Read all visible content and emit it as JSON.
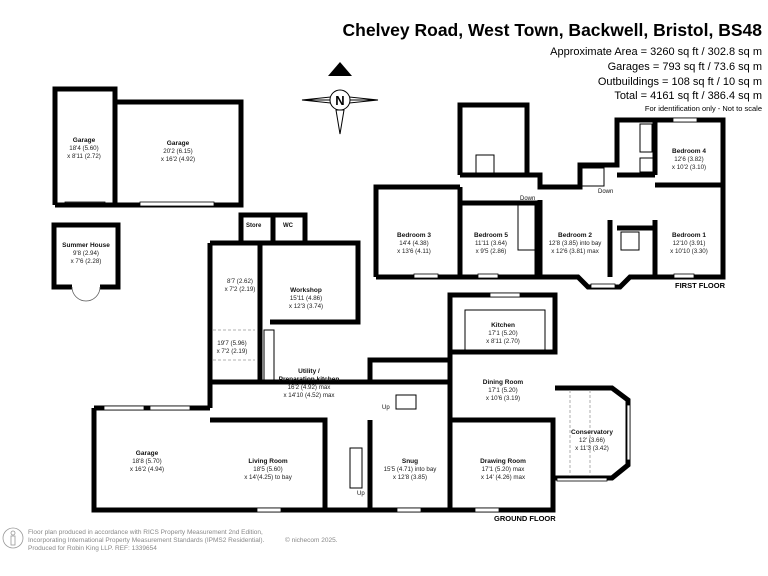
{
  "header": {
    "title": "Chelvey Road, West Town, Backwell, Bristol, BS48",
    "areas": [
      "Approximate Area = 3260 sq ft / 302.8 sq m",
      "Garages = 793 sq ft / 73.6 sq m",
      "Outbuildings = 108 sq ft / 10 sq m",
      "Total = 4161 sq ft / 386.4 sq m"
    ],
    "note": "For identification only - Not to scale"
  },
  "compass": {
    "label": "N",
    "icon": "compass-icon"
  },
  "outbuildings": {
    "garage1": {
      "name": "Garage",
      "d1": "18'4 (5.60)",
      "d2": "x 8'11 (2.72)"
    },
    "garage2": {
      "name": "Garage",
      "d1": "20'2 (6.15)",
      "d2": "x 16'2 (4.92)"
    },
    "summer_house": {
      "name": "Summer House",
      "d1": "9'8 (2.94)",
      "d2": "x 7'6 (2.28)"
    }
  },
  "ground_floor": {
    "label": "GROUND FLOOR",
    "store": "Store",
    "wc": "WC",
    "small_room": {
      "d1": "8'7 (2.62)",
      "d2": "x 7'2 (2.19)"
    },
    "workshop": {
      "name": "Workshop",
      "d1": "15'11 (4.86)",
      "d2": "x 12'3 (3.74)"
    },
    "passage": {
      "d1": "19'7 (5.96)",
      "d2": "x 7'2 (2.19)"
    },
    "utility": {
      "name1": "Utility /",
      "name2": "Preparation kitchen",
      "d1": "16'2 (4.92) max",
      "d2": "x 14'10 (4.52) max"
    },
    "garage": {
      "name": "Garage",
      "d1": "18'8 (5.70)",
      "d2": "x 16'2 (4.94)"
    },
    "living_room": {
      "name": "Living Room",
      "d1": "18'5 (5.60)",
      "d2": "x 14'(4.25) to bay"
    },
    "snug": {
      "name": "Snug",
      "d1": "15'5 (4.71) into bay",
      "d2": "x 12'8 (3.85)"
    },
    "kitchen": {
      "name": "Kitchen",
      "d1": "17'1 (5.20)",
      "d2": "x 8'11 (2.70)"
    },
    "dining_room": {
      "name": "Dining Room",
      "d1": "17'1 (5.20)",
      "d2": "x 10'6 (3.19)"
    },
    "drawing_room": {
      "name": "Drawing Room",
      "d1": "17'1 (5.20) max",
      "d2": "x 14' (4.26) max"
    },
    "conservatory": {
      "name": "Conservatory",
      "d1": "12' (3.66)",
      "d2": "x 11'3 (3.42)"
    },
    "up1": "Up",
    "up2": "Up"
  },
  "first_floor": {
    "label": "FIRST FLOOR",
    "bedroom3": {
      "name": "Bedroom 3",
      "d1": "14'4 (4.38)",
      "d2": "x 13'6 (4.11)"
    },
    "bedroom5": {
      "name": "Bedroom 5",
      "d1": "11'11 (3.64)",
      "d2": "x 9'5 (2.86)"
    },
    "bedroom2": {
      "name": "Bedroom 2",
      "d1": "12'8 (3.85) into bay",
      "d2": "x 12'6 (3.81) max"
    },
    "bedroom4": {
      "name": "Bedroom 4",
      "d1": "12'6 (3.82)",
      "d2": "x 10'2 (3.10)"
    },
    "bedroom1": {
      "name": "Bedroom 1",
      "d1": "12'10 (3.91)",
      "d2": "x 10'10 (3.30)"
    },
    "down1": "Down",
    "down2": "Down"
  },
  "footer": {
    "line1": "Floor plan produced in accordance with RICS Property Measurement 2nd Edition,",
    "line2": "Incorporating International Property Measurement Standards (IPMS2 Residential).",
    "copyright": "© nichecom 2025.",
    "line3": "Produced for Robin King LLP.   REF: 1339654",
    "logo_icon": "person-icon"
  }
}
